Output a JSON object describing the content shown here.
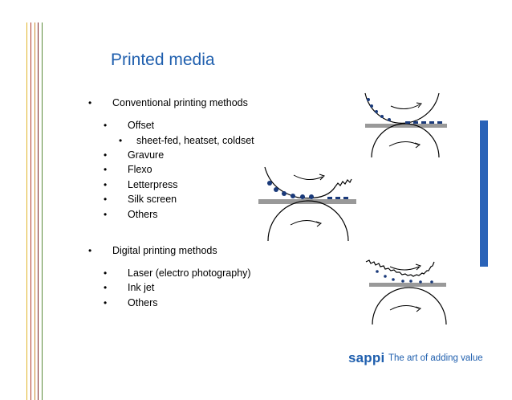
{
  "title": "Printed media",
  "sections": [
    {
      "label": "Conventional printing methods",
      "items": [
        {
          "label": "Offset",
          "sub": [
            "sheet-fed, heatset, coldset"
          ]
        },
        {
          "label": "Gravure"
        },
        {
          "label": "Flexo"
        },
        {
          "label": "Letterpress"
        },
        {
          "label": "Silk screen"
        },
        {
          "label": "Others"
        }
      ]
    },
    {
      "label": "Digital printing methods",
      "items": [
        {
          "label": "Laser (electro photography)"
        },
        {
          "label": "Ink jet"
        },
        {
          "label": "Others"
        }
      ]
    }
  ],
  "bullet_char": "•",
  "footer": {
    "logo": "sappi",
    "tagline": "The art of adding value"
  },
  "colors": {
    "accent": "#1f5fae",
    "ink_dots": "#1a3a7a",
    "substrate": "#999999",
    "side_bar": "#2a63b8",
    "stripes": [
      "#e0b52a",
      "#b23a2a",
      "#c98a2e",
      "#7a1f1f",
      "#5b8a3a"
    ]
  }
}
